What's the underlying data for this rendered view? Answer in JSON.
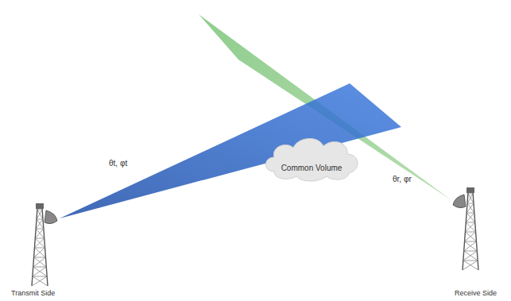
{
  "diagram": {
    "nodes": [
      {
        "text": [
          "Common Volume"
        ]
      }
    ],
    "labels": [
      "θt, φt",
      "θr, φr",
      "Transmit Side",
      "Receive Side"
    ]
  }
}
